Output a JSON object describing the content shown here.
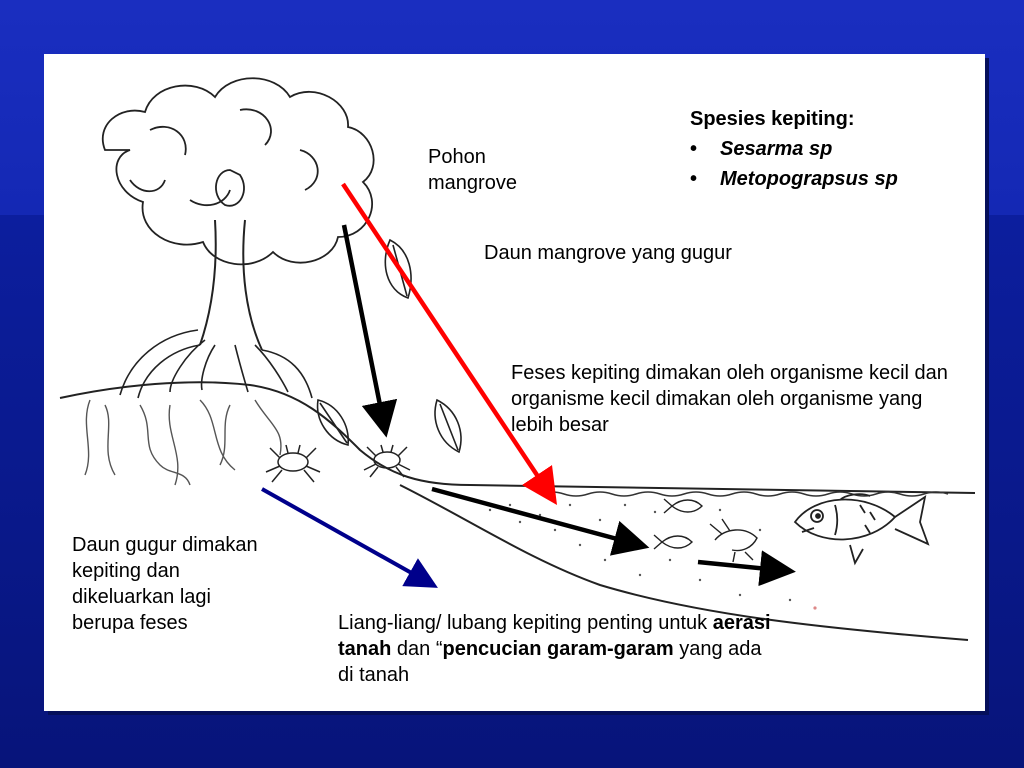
{
  "species": {
    "heading": "Spesies kepiting:",
    "items": [
      "Sesarma sp",
      "Metopograpsus sp"
    ]
  },
  "labels": {
    "tree": "Pohon mangrove",
    "fallen_leaf": "Daun mangrove yang gugur",
    "feces": "Feses kepiting dimakan oleh organisme kecil dan organisme kecil dimakan oleh organisme yang lebih besar",
    "eaten": "Daun gugur dimakan kepiting dan dikeluarkan lagi berupa feses",
    "burrow_part1": "Liang-liang/ lubang kepiting penting untuk ",
    "burrow_bold1": "aerasi tanah",
    "burrow_part2": " dan “",
    "burrow_bold2": "pencucian garam-garam",
    "burrow_part3": " yang ada di tanah"
  },
  "colors": {
    "arrow_black": "#000000",
    "arrow_red": "#ff0000",
    "arrow_blue": "#00008b"
  }
}
